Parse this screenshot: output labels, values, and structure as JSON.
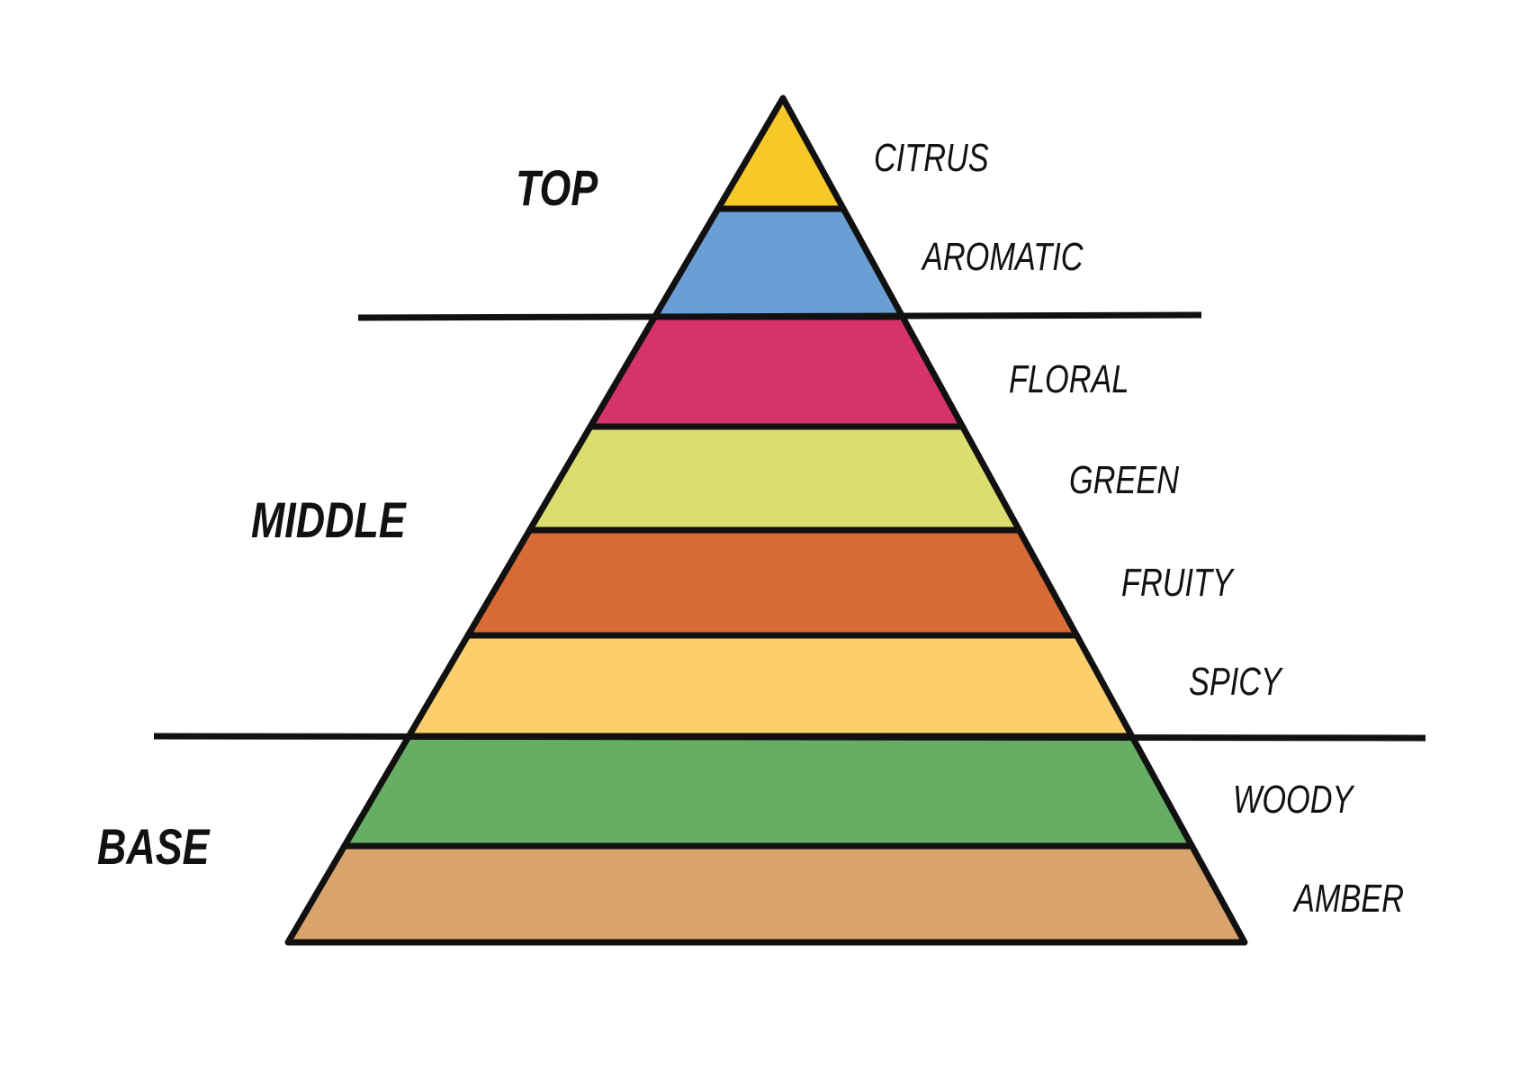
{
  "tiers": [
    {
      "label": "TOP"
    },
    {
      "label": "MIDDLE"
    },
    {
      "label": "BASE"
    }
  ],
  "notes": [
    {
      "label": "CITRUS",
      "color": "#f7c928",
      "tier": "TOP"
    },
    {
      "label": "AROMATIC",
      "color": "#6a9fd6",
      "tier": "TOP"
    },
    {
      "label": "FLORAL",
      "color": "#d6336a",
      "tier": "MIDDLE"
    },
    {
      "label": "GREEN",
      "color": "#dbdd6e",
      "tier": "MIDDLE"
    },
    {
      "label": "FRUITY",
      "color": "#d86a35",
      "tier": "MIDDLE"
    },
    {
      "label": "SPICY",
      "color": "#fdcf6c",
      "tier": "MIDDLE"
    },
    {
      "label": "WOODY",
      "color": "#66ae63",
      "tier": "BASE"
    },
    {
      "label": "AMBER",
      "color": "#d9a36c",
      "tier": "BASE"
    }
  ]
}
